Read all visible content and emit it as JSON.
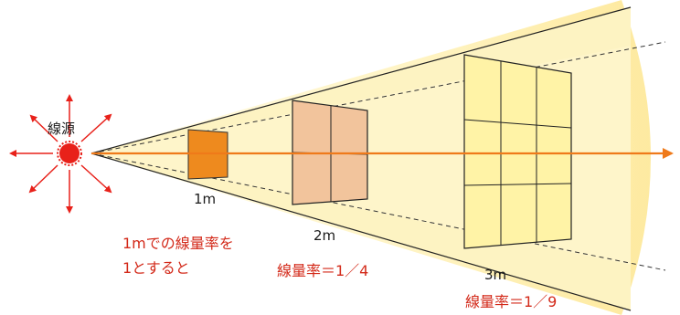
{
  "diagram": {
    "source_label": "線源",
    "distance_1": "1m",
    "distance_2": "2m",
    "distance_3": "3m",
    "note_line_1": "1mでの線量率を",
    "note_line_2": "1とすると",
    "rate_2m": "線量率＝1／4",
    "rate_3m": "線量率＝1／9"
  },
  "colors": {
    "beam_fill": "#fdf3b8",
    "glow": "#fff6c8",
    "square_1m": "#ee8a1e",
    "square_2m": "#f1c39b",
    "square_3m": "#fff2a0",
    "source": "#e8211a",
    "axis_arrow": "#ef7a1a",
    "text_red": "#d32a1a"
  },
  "icons": {
    "source": "radiation-source-icon",
    "emission": "emission-arrow-icon"
  }
}
